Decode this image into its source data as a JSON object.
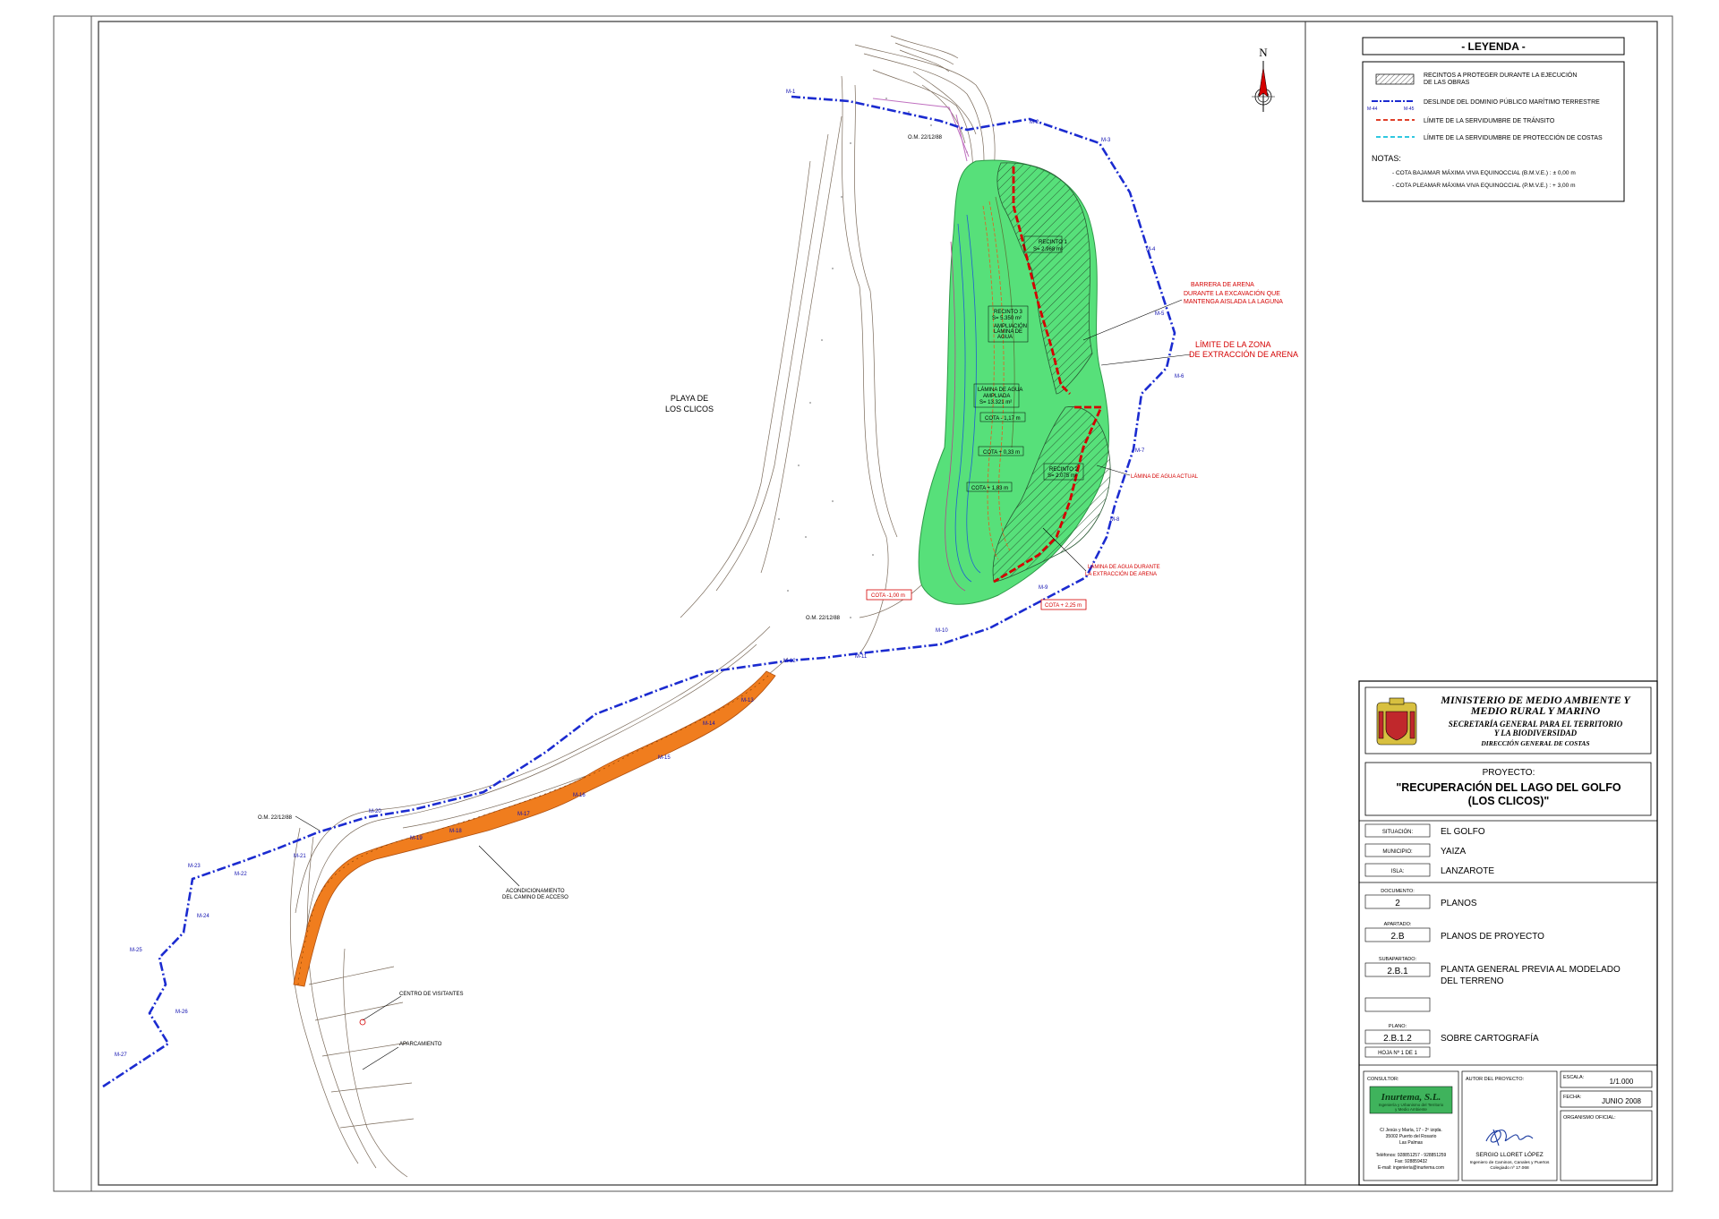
{
  "legend": {
    "title": "- LEYENDA -",
    "items": [
      {
        "label": "RECINTOS A PROTEGER DURANTE LA EJECUCIÓN",
        "label2": "DE LAS OBRAS",
        "symbol": "hatch"
      },
      {
        "label": "DESLINDE DEL DOMINIO PÚBLICO MARÍTIMO TERRESTRE",
        "symbol": "blue-dashdot",
        "tag_left": "M-44",
        "tag_right": "M-45"
      },
      {
        "label": "LÍMITE DE LA SERVIDUMBRE DE TRÁNSITO",
        "symbol": "red-dash"
      },
      {
        "label": "LÍMITE DE LA SERVIDUMBRE DE PROTECCIÓN DE COSTAS",
        "symbol": "cyan-dash"
      }
    ],
    "notes_title": "NOTAS:",
    "notes": [
      "- COTA BAJAMAR MÁXIMA VIVA EQUINOCCIAL (B.M.V.E.) : ± 0,00 m",
      "- COTA PLEAMAR MÁXIMA VIVA EQUINOCCIAL (P.M.V.E.) : + 3,00 m"
    ]
  },
  "north": "N",
  "map": {
    "beach": [
      "PLAYA DE",
      "LOS CLICOS"
    ],
    "recinto1": [
      "RECINTO 1",
      "S= 2.968 m²"
    ],
    "recinto3": [
      "RECINTO 3",
      "S= 5.350 m²",
      "AMPLIACIÓN",
      "LÁMINA DE",
      "AGUA"
    ],
    "lamina": [
      "LÁMINA DE AGUA",
      "AMPLIADA",
      "S= 13.321 m²"
    ],
    "recinto2": [
      "RECINTO 2",
      "S= 2.075 m²"
    ],
    "cotas": [
      "COTA - 1,17 m",
      "COTA + 0,33 m",
      "COTA + 1,83 m"
    ],
    "cota_left": "COTA -1,00 m",
    "cota_right": "COTA + 2,25 m",
    "barrera": [
      "BARRERA DE ARENA",
      "DURANTE LA EXCAVACIÓN QUE",
      "MANTENGA AISLADA LA LAGUNA"
    ],
    "limite_zona": [
      "LÍMITE DE LA ZONA",
      "DE EXTRACCIÓN DE ARENA"
    ],
    "lamina_actual": "LÁMINA DE AGUA ACTUAL",
    "lamina_durante": [
      "LÁMINA DE AGUA DURANTE",
      "LA EXTRACCIÓN DE ARENA"
    ],
    "om_labels": [
      "O.M. 22/12/88",
      "O.M. 22/12/88",
      "O.M. 22/12/88"
    ],
    "acondicionamiento": [
      "ACONDICIONAMIENTO",
      "DEL CAMINO DE ACCESO"
    ],
    "centro": "CENTRO DE VISITANTES",
    "aparcamiento": "APARCAMIENTO",
    "markers": [
      "M-1",
      "M-2",
      "M-3",
      "M-4",
      "M-5",
      "M-6",
      "M-7",
      "M-8",
      "M-9",
      "M-10",
      "M-11",
      "M-12",
      "M-13",
      "M-14",
      "M-15",
      "M-16",
      "M-17",
      "M-18",
      "M-19",
      "M-20",
      "M-21",
      "M-22",
      "M-23",
      "M-24",
      "M-25",
      "M-26",
      "M-27"
    ]
  },
  "titleblock": {
    "ministry": [
      "MINISTERIO DE MEDIO AMBIENTE Y",
      "MEDIO RURAL Y MARINO"
    ],
    "secretaria": [
      "SECRETARÍA GENERAL PARA EL TERRITORIO",
      "Y LA BIODIVERSIDAD"
    ],
    "direccion": "DIRECCIÓN GENERAL DE COSTAS",
    "proyecto_label": "PROYECTO:",
    "proyecto_title": [
      "\"RECUPERACIÓN DEL LAGO DEL GOLFO",
      "(LOS CLICOS)\""
    ],
    "rows": [
      {
        "label": "SITUACIÓN:",
        "value": "EL GOLFO"
      },
      {
        "label": "MUNICIPIO:",
        "value": "YAIZA"
      },
      {
        "label": "ISLA:",
        "value": "LANZAROTE"
      }
    ],
    "documento_label": "DOCUMENTO:",
    "documento_code": "2",
    "documento_value": "PLANOS",
    "apartado_label": "APARTADO:",
    "apartado_code": "2.B",
    "apartado_value": "PLANOS DE PROYECTO",
    "subapartado_label": "SUBAPARTADO:",
    "subapartado_code": "2.B.1",
    "subapartado_value": [
      "PLANTA GENERAL PREVIA AL MODELADO",
      "DEL TERRENO"
    ],
    "plano_label": "PLANO:",
    "plano_code": "2.B.1.2",
    "plano_value": "SOBRE CARTOGRAFÍA",
    "hoja": "HOJA Nº 1 DE 1",
    "consultor_label": "CONSULTOR:",
    "consultor_name": "Inurtema, S.L.",
    "consultor_sub": [
      "Ingeniería y Urbanismo del Territorio",
      "y Medio Ambiente"
    ],
    "consultor_addr": [
      "C/ Jesús y María, 17 - 2º izqda.",
      "35002 Puerto del Rosario",
      "Las Palmas"
    ],
    "consultor_tel": [
      "Teléfonos: 928851257 - 928851259",
      "Fax: 928859432",
      "E-mail: ingenieria@inurtema.com"
    ],
    "autor_label": "AUTOR DEL PROYECTO:",
    "autor_name": "SERGIO LLORET LÓPEZ",
    "autor_title": [
      "Ingeniero de Caminos, Canales y Puertos",
      "Colegiado nº 17.068"
    ],
    "escala_label": "ESCALA:",
    "escala_value": "1/1.000",
    "fecha_label": "FECHA:",
    "fecha_value": "JUNIO 2008",
    "organismo_label": "ORGANISMO OFICIAL:"
  },
  "colors": {
    "lagoon": "#57e07a",
    "road": "#f07d1e",
    "boundary": "#1b2bd0",
    "red": "#d40000"
  }
}
